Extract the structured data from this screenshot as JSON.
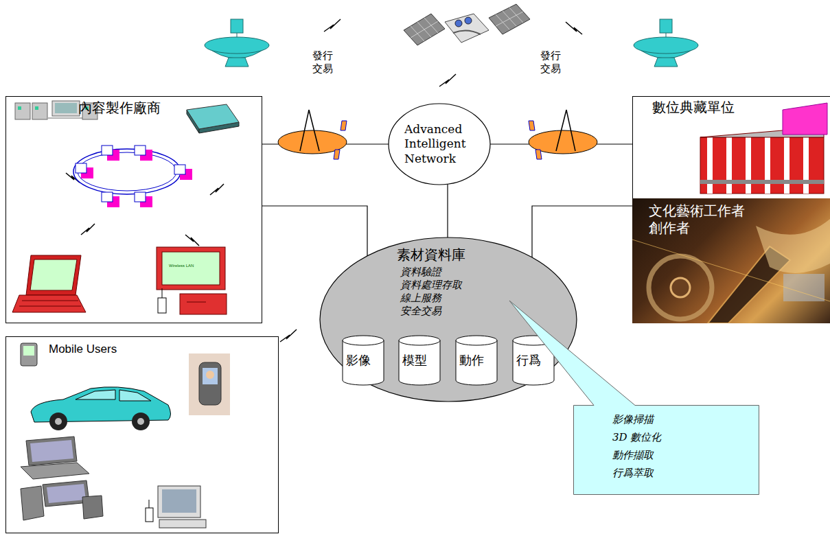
{
  "diagram": {
    "nodes": [
      {
        "text": [
          "內容製作廠商"
        ]
      },
      {
        "text": [
          "Advanced Intelligent Network"
        ]
      },
      {
        "text": [
          "數位典藏單位"
        ]
      },
      {
        "text": [
          "文化藝術工作者 創作者"
        ],
        "in": 2
      },
      {
        "text": [
          "素材資料庫",
          "資料驗證",
          "資料處理存取",
          "線上服務",
          "安全交易"
        ]
      },
      {
        "text": [
          "影像"
        ],
        "in": 4
      },
      {
        "text": [
          "模型"
        ],
        "in": 4
      },
      {
        "text": [
          "動作"
        ],
        "in": 4
      },
      {
        "text": [
          "行爲"
        ],
        "in": 4
      },
      {
        "text": [
          "Mobile Users"
        ]
      },
      {
        "text": [
          "影像掃描",
          "3D 數位化",
          "動作擷取",
          "行爲萃取"
        ]
      }
    ],
    "edges": [
      {
        "from": 0,
        "to": 1,
        "arrow": "none"
      },
      {
        "from": 1,
        "to": 2,
        "arrow": "none"
      },
      {
        "from": 1,
        "to": 4,
        "arrow": "none"
      },
      {
        "from": 0,
        "to": 4,
        "arrow": "none"
      },
      {
        "from": 2,
        "to": 4,
        "arrow": "none"
      }
    ],
    "labels": [
      "發行 交易",
      "發行 交易",
      "Wireless LAN"
    ]
  }
}
